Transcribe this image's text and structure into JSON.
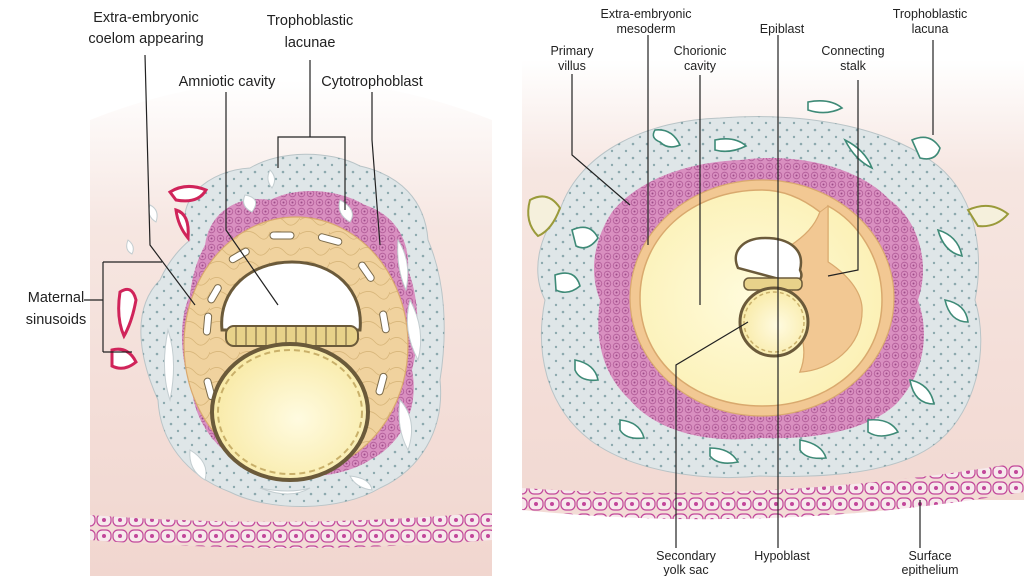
{
  "left_panel": {
    "labels": {
      "extra_embryonic_coelom": [
        "Extra-embryonic",
        "coelom appearing"
      ],
      "trophoblastic_lacunae": [
        "Trophoblastic",
        "lacunae"
      ],
      "amniotic_cavity": "Amniotic cavity",
      "cytotrophoblast": "Cytotrophoblast",
      "maternal_sinusoids": [
        "Maternal",
        "sinusoids"
      ]
    }
  },
  "right_panel": {
    "labels": {
      "extra_embryonic_mesoderm": [
        "Extra-embryonic",
        "mesoderm"
      ],
      "epiblast": "Epiblast",
      "trophoblastic_lacuna": [
        "Trophoblastic",
        "lacuna"
      ],
      "primary_villus": [
        "Primary",
        "villus"
      ],
      "chorionic_cavity": [
        "Chorionic",
        "cavity"
      ],
      "connecting_stalk": [
        "Connecting",
        "stalk"
      ],
      "secondary_yolk_sac": [
        "Secondary",
        "yolk sac"
      ],
      "hypoblast": "Hypoblast",
      "surface_epithelium": [
        "Surface",
        "epithelium"
      ]
    }
  },
  "colors": {
    "endometrium": "#f3dcd6",
    "syncytiotrophoblast": "#dfe6e8",
    "cytotrophoblast": "#d98fc0",
    "mesoderm": "#efcd98",
    "yolk_sac": "#fbf3b8",
    "sinusoid": "#d0245a",
    "lacuna_outline": "#3e8a77"
  }
}
